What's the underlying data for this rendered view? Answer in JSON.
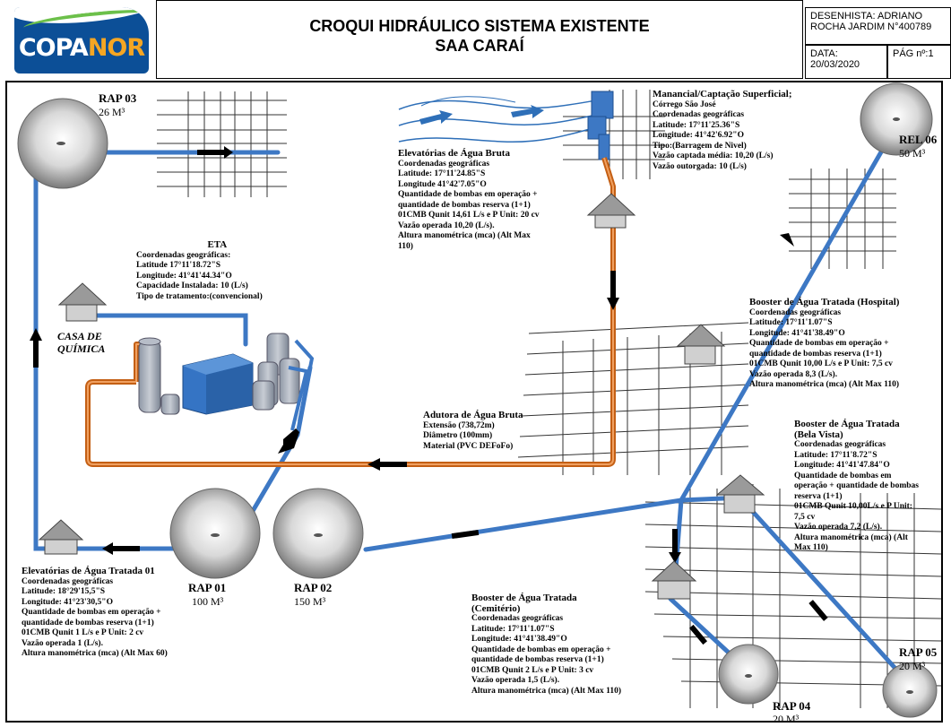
{
  "header": {
    "logo_text_a": "COPA",
    "logo_text_b": "NOR",
    "title_line1": "CROQUI HIDRÁULICO SISTEMA EXISTENTE",
    "title_line2": "SAA CARAÍ",
    "designer_line1": "DESENHISTA: ADRIANO",
    "designer_line2": "ROCHA JARDIM N°400789",
    "date_label": "DATA:",
    "date_value": "20/03/2020",
    "page_label": "PÁG nº:1"
  },
  "reservoirs": {
    "rap03": {
      "name": "RAP 03",
      "volume": "26 M³"
    },
    "rap01": {
      "name": "RAP 01",
      "volume": "100 M³"
    },
    "rap02": {
      "name": "RAP 02",
      "volume": "150 M³"
    },
    "rap04": {
      "name": "RAP 04",
      "volume": "20 M³"
    },
    "rap05": {
      "name": "RAP 05",
      "volume": "20 M³"
    },
    "rel06": {
      "name": "REL 06",
      "volume": "50 M³"
    }
  },
  "casa_quimica": {
    "line1": "CASA DE",
    "line2": "QUÍMICA"
  },
  "manancial": {
    "title": "Manancial/Captação Superficial;",
    "lines": [
      "Córrego São José",
      "Coordenadas geográficas",
      "Latitude: 17°11'25.36\"S",
      "Longitude: 41°42'6.92\"O",
      "Tipo:(Barragem de Nivel)",
      "Vazão captada média: 10,20 (L/s)",
      "Vazão outorgada: 10 (L/s)"
    ]
  },
  "elev_bruta": {
    "title": "Elevatórias de Água Bruta",
    "lines": [
      "Coordenadas geográficas",
      "Latitude: 17°11'24.85\"S",
      "Longitude 41°42'7.05\"O",
      "Quantidade de bombas em operação +",
      "quantidade de bombas reserva (1+1)",
      "01CMB Qunit 14,61 L/s e P Unit: 20 cv",
      "Vazão operada 10,20 (L/s).",
      "Altura manométrica (mca) (Alt Max",
      "110)"
    ]
  },
  "eta": {
    "title": "ETA",
    "lines": [
      "Coordenadas geográficas:",
      "Latitude 17°11'18.72\"S",
      "Longitude: 41°41'44.34\"O",
      "Capacidade Instalada: 10 (L/s)",
      "Tipo de tratamento:(convencional)"
    ]
  },
  "adutora": {
    "title": "Adutora de Água Bruta",
    "lines": [
      "Extensão (738,72m)",
      "Diâmetro (100mm)",
      "Material (PVC DEFoFo)"
    ]
  },
  "booster_hospital": {
    "title": "Booster de Água Tratada (Hospital)",
    "lines": [
      "Coordenadas geográficas",
      "Latitude: 17°11'1.07\"S",
      "Longitude: 41°41'38.49\"O",
      "Quantidade de bombas em operação +",
      "quantidade de bombas reserva (1+1)",
      "01CMB Qunit 10,00 L/s e P Unit: 7,5 cv",
      "Vazão operada 8,3 (L/s).",
      "Altura manométrica (mca) (Alt Max 110)"
    ]
  },
  "booster_bela_vista": {
    "title_line1": "Booster de Água Tratada",
    "title_line2": "(Bela Vista)",
    "lines": [
      "Coordenadas geográficas",
      "Latitude: 17°11'8.72\"S",
      "Longitude: 41°41'47.84\"O",
      "Quantidade de bombas em",
      "operação + quantidade de bombas",
      "reserva (1+1)",
      "01CMB Qunit 10,00L/s e P Unit:",
      "7,5 cv",
      "Vazão operada 7,2 (L/s).",
      "Altura manométrica (mca) (Alt",
      "Max 110)"
    ]
  },
  "booster_cemiterio": {
    "title_line1": "Booster de Água Tratada",
    "title_line2": "(Cemitério)",
    "lines": [
      "Coordenadas geográficas",
      "Latitude: 17°11'1.07\"S",
      "Longitude: 41°41'38.49\"O",
      "Quantidade de bombas em operação +",
      "quantidade de bombas reserva (1+1)",
      "01CMB Qunit 2 L/s e P Unit: 3 cv",
      "Vazão operada 1,5 (L/s).",
      "Altura manométrica (mca) (Alt Max 110)"
    ]
  },
  "elev_tratada": {
    "title": "Elevatórias de Água Tratada 01",
    "lines": [
      "Coordenadas geográficas",
      "Latitude: 18°29'15,5\"S",
      "Longitude: 41°23'30,5\"O",
      "Quantidade de bombas em operação +",
      "quantidade de bombas reserva (1+1)",
      "01CMB Qunit 1 L/s e P Unit: 2 cv",
      "Vazão operada 1 (L/s).",
      "Altura manométrica (mca) (Alt Max 60)"
    ]
  },
  "colors": {
    "treated_pipe": "#3d78c4",
    "raw_pipe": "#e07b22",
    "logo_blue": "#0c4f97"
  }
}
